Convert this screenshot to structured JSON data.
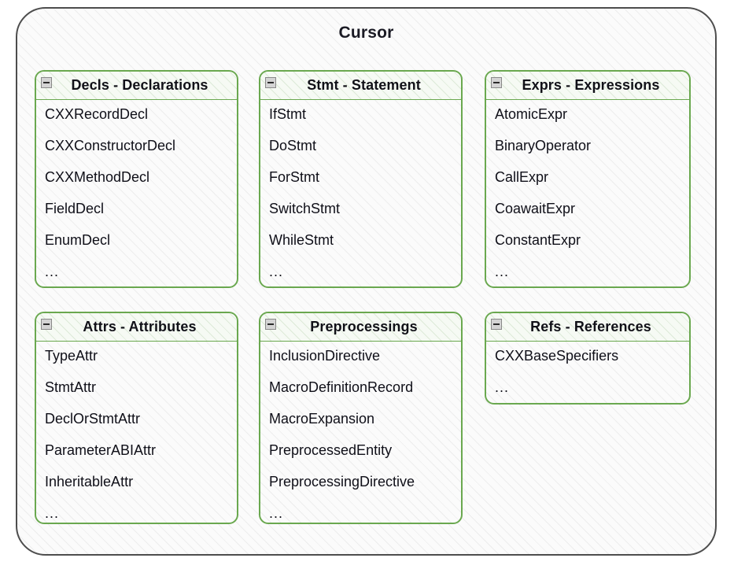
{
  "diagram": {
    "title": "Cursor",
    "collapse_icon": "minus-square-icon",
    "accent_border_color": "#6aa84f",
    "outer_border_color": "#4d4d4d",
    "ellipsis": "..."
  },
  "packages": [
    {
      "id": "decls",
      "header": "Decls - Declarations",
      "items": [
        "CXXRecordDecl",
        "CXXConstructorDecl",
        "CXXMethodDecl",
        "FieldDecl",
        "EnumDecl"
      ],
      "more": "..."
    },
    {
      "id": "stmt",
      "header": "Stmt - Statement",
      "items": [
        "IfStmt",
        "DoStmt",
        "ForStmt",
        "SwitchStmt",
        "WhileStmt"
      ],
      "more": "..."
    },
    {
      "id": "exprs",
      "header": "Exprs - Expressions",
      "items": [
        "AtomicExpr",
        "BinaryOperator",
        "CallExpr",
        "CoawaitExpr",
        "ConstantExpr"
      ],
      "more": "..."
    },
    {
      "id": "attrs",
      "header": "Attrs - Attributes",
      "items": [
        "TypeAttr",
        "StmtAttr",
        "DeclOrStmtAttr",
        "ParameterABIAttr",
        "InheritableAttr"
      ],
      "more": "..."
    },
    {
      "id": "preprocessings",
      "header": "Preprocessings",
      "items": [
        "InclusionDirective",
        "MacroDefinitionRecord",
        "MacroExpansion",
        "PreprocessedEntity",
        "PreprocessingDirective"
      ],
      "more": "..."
    },
    {
      "id": "refs",
      "header": "Refs - References",
      "items": [
        "CXXBaseSpecifiers"
      ],
      "more": "..."
    }
  ]
}
